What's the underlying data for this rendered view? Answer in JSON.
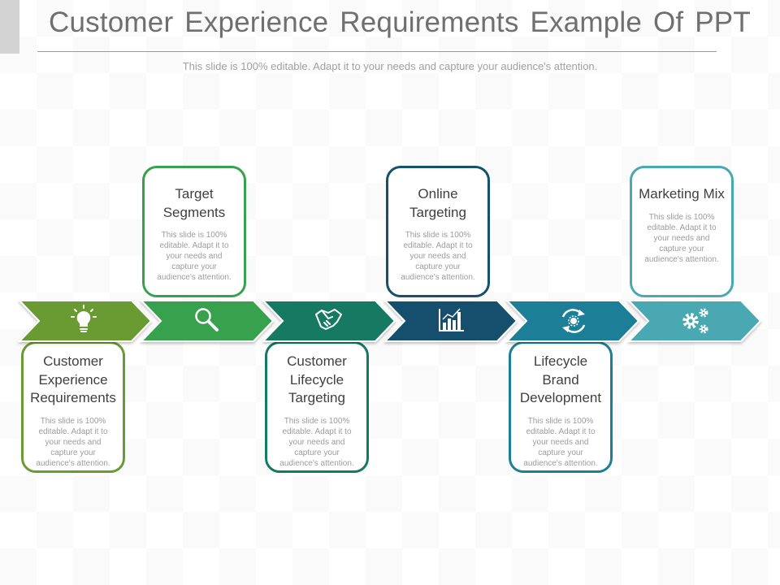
{
  "slide": {
    "title": "Customer Experience Requirements Example Of PPT",
    "subtitle": "This slide is 100% editable. Adapt it to your needs and capture your audience's attention."
  },
  "steps": [
    {
      "title": "Customer Experience Requirements",
      "desc": "This slide is 100% editable. Adapt it to your needs and capture your audience's attention.",
      "color": "#6a9a33",
      "icon": "lightbulb-icon"
    },
    {
      "title": "Target Segments",
      "desc": "This slide is 100% editable. Adapt it to your needs and capture your audience's attention.",
      "color": "#37a14e",
      "icon": "search-icon"
    },
    {
      "title": "Customer Lifecycle Targeting",
      "desc": "This slide is 100% editable. Adapt it to your needs and capture your audience's attention.",
      "color": "#137a64",
      "icon": "handshake-icon"
    },
    {
      "title": "Online Targeting",
      "desc": "This slide is 100% editable. Adapt it to your needs and capture your audience's attention.",
      "color": "#15506d",
      "icon": "bar-chart-icon"
    },
    {
      "title": "Lifecycle Brand Development",
      "desc": "This slide is 100% editable. Adapt it to your needs and capture your audience's attention.",
      "color": "#1c7f97",
      "icon": "refresh-gear-icon"
    },
    {
      "title": "Marketing Mix",
      "desc": "This slide is 100% editable. Adapt it to your needs and capture your audience's attention.",
      "color": "#4aa8b2",
      "icon": "gears-icon"
    }
  ]
}
